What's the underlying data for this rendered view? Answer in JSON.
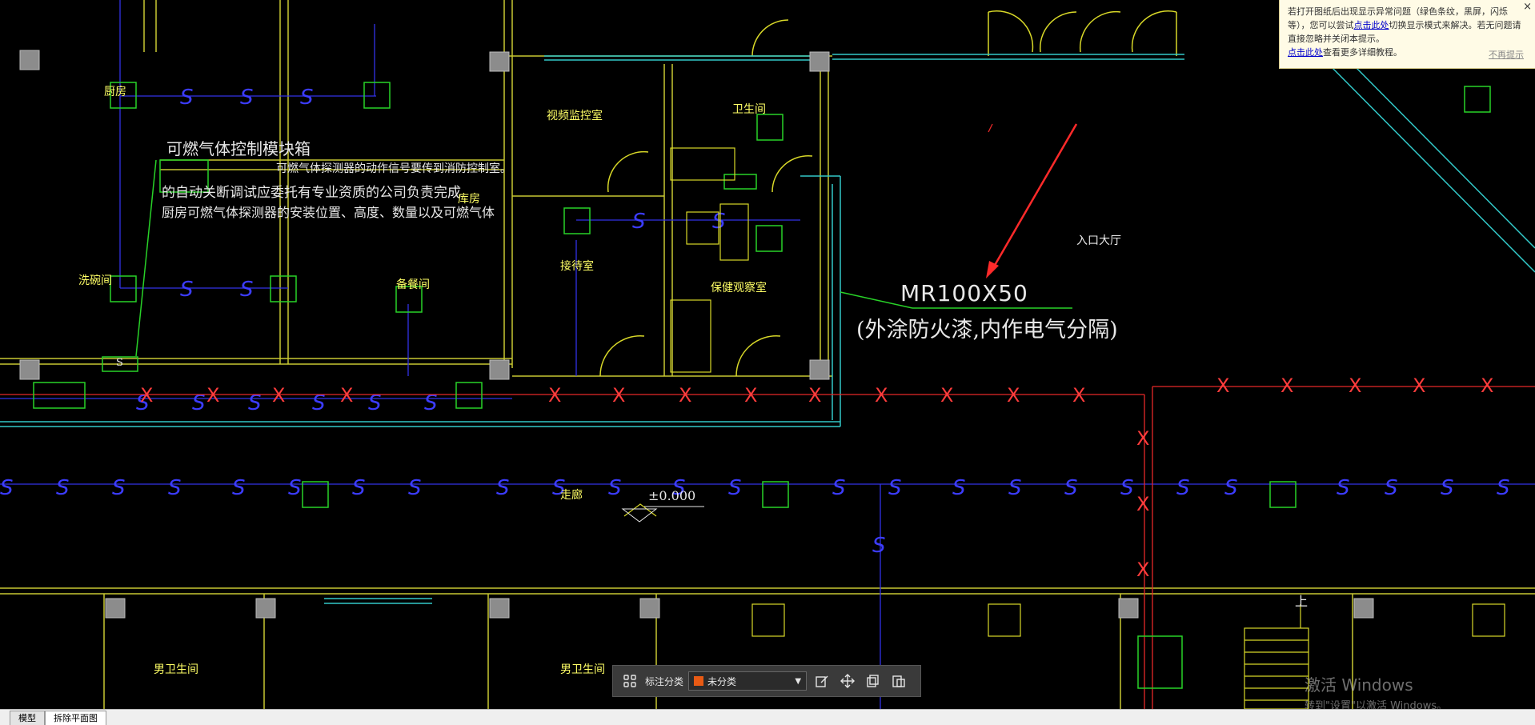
{
  "notice": {
    "text1": "若打开图纸后出现显示异常问题（绿色条纹，黑屏，闪烁等），您可以尝试",
    "link1": "点击此处",
    "text2": "切换显示模式来解决。若无问题请直接忽略并关闭本提示。",
    "link2": "点击此处",
    "text3": "查看更多详细教程。",
    "dismiss": "不再提示",
    "close": "×"
  },
  "drawing": {
    "module_title": "可燃气体控制模块箱",
    "note1": "可燃气体探测器的动作信号要传到消防控制室。",
    "note2": "的自动关断调试应委托有专业资质的公司负责完成",
    "note3": "厨房可燃气体探测器的安装位置、高度、数量以及可燃气体",
    "room_kitchen": "厨房",
    "room_monitor": "视频监控室",
    "room_toilet_small": "卫生间",
    "room_reception": "接待室",
    "room_dish": "洗碗间",
    "room_storage": "备餐间",
    "room_tool": "库房",
    "room_observe": "保健观察室",
    "room_entrance": "入口大厅",
    "room_corridor": "走廊",
    "elevation": "±0.000",
    "annotation_main": "MR100X50",
    "annotation_sub": "(外涂防火漆,内作电气分隔)",
    "room_men_left": "男卫生间",
    "room_men_right": "男卫生间",
    "stair_up": "上",
    "symbol_s": "S"
  },
  "toolbar": {
    "label": "标注分类",
    "selected": "未分类",
    "swatch_color": "#e85a14",
    "grid_icon": "grid-icon",
    "edit_icon": "edit-icon",
    "move_icon": "move-icon",
    "copy_icon": "copy-icon",
    "paste_icon": "paste-icon"
  },
  "tabs": [
    {
      "label": "模型"
    },
    {
      "label": "拆除平面图"
    }
  ],
  "watermark": {
    "line1": "激活 Windows",
    "line2": "转到\"设置\"以激活 Windows。"
  }
}
